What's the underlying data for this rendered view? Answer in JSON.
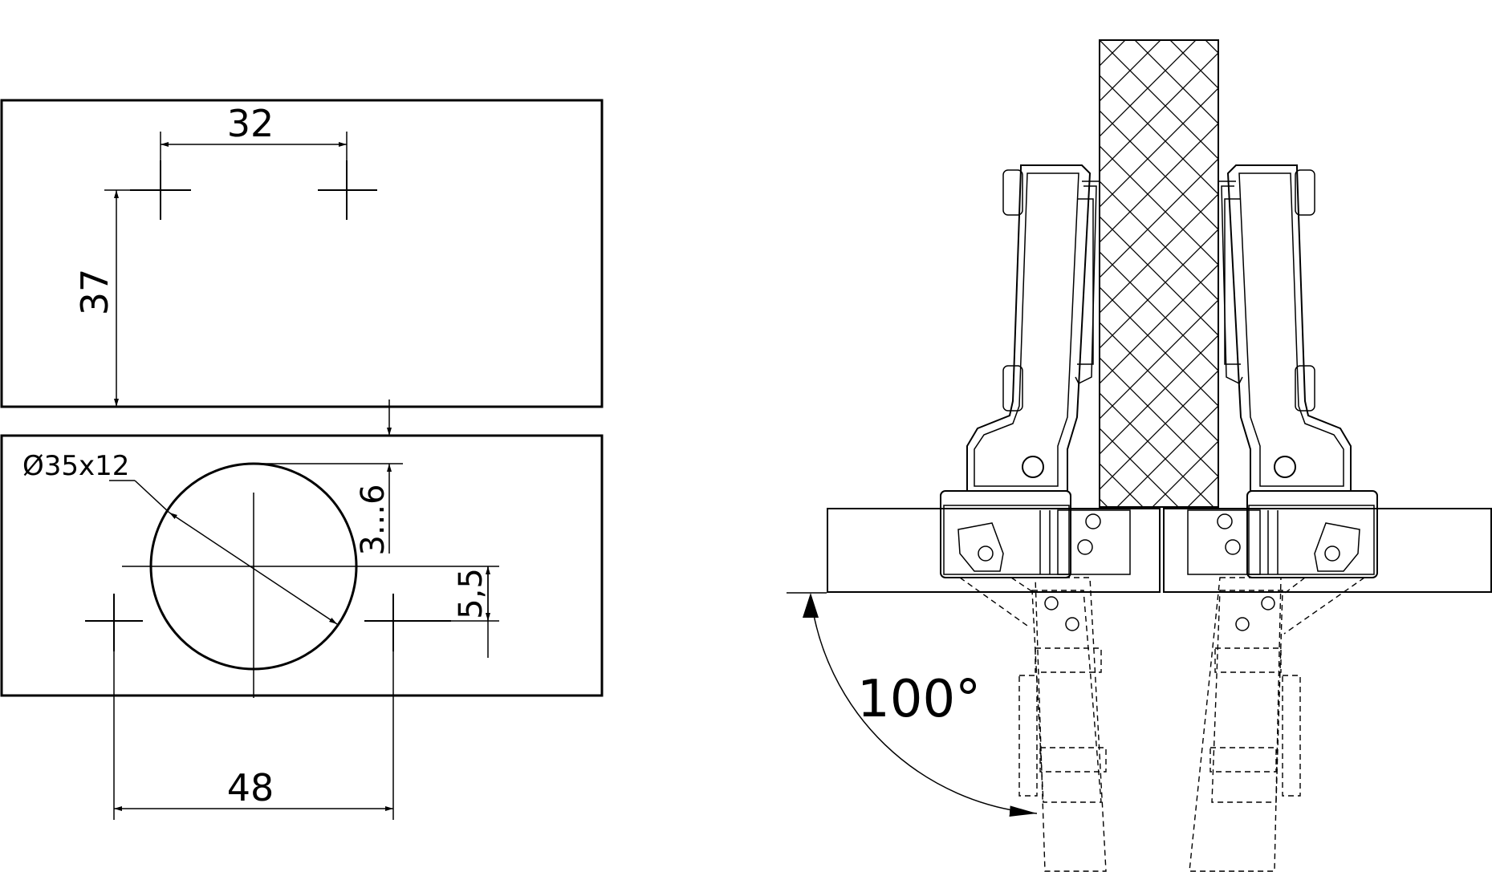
{
  "drawing": {
    "dim_hole_spacing_top": "32",
    "dim_vertical_offset": "37",
    "dim_cup_label": "Ø35x12",
    "dim_edge_distance": "3...6",
    "dim_cup_offset": "5,5",
    "dim_hole_spacing_bottom": "48",
    "opening_angle": "100°"
  }
}
